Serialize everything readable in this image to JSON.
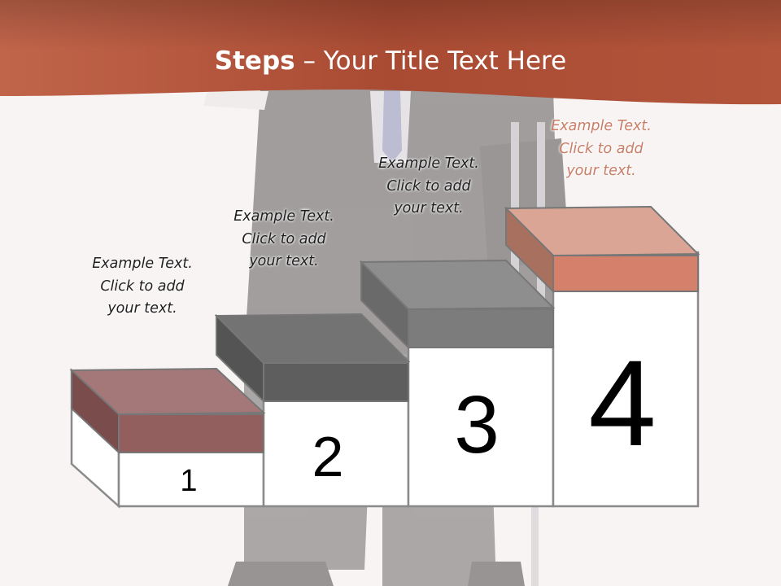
{
  "slide": {
    "title_bold": "Steps",
    "title_rest": " – Your Title Text Here"
  },
  "steps": [
    {
      "number": "1",
      "text_line1": "Example Text.",
      "text_line2": "Click  to add",
      "text_line3": "your text."
    },
    {
      "number": "2",
      "text_line1": "Example Text.",
      "text_line2": "Click  to add",
      "text_line3": "your text."
    },
    {
      "number": "3",
      "text_line1": "Example Text.",
      "text_line2": "Click  to add",
      "text_line3": "your text."
    },
    {
      "number": "4",
      "text_line1": "Example Text.",
      "text_line2": "Click  to add",
      "text_line3": "your text."
    }
  ],
  "colors": {
    "header": "#b5563c",
    "step1_top": "#a07474",
    "step1_front": "#8e5a5a",
    "step2_top": "#6e6e6e",
    "step3_top": "#8a8a8a",
    "step4_top": "#d69a8a",
    "step4_front": "#cf806b"
  }
}
